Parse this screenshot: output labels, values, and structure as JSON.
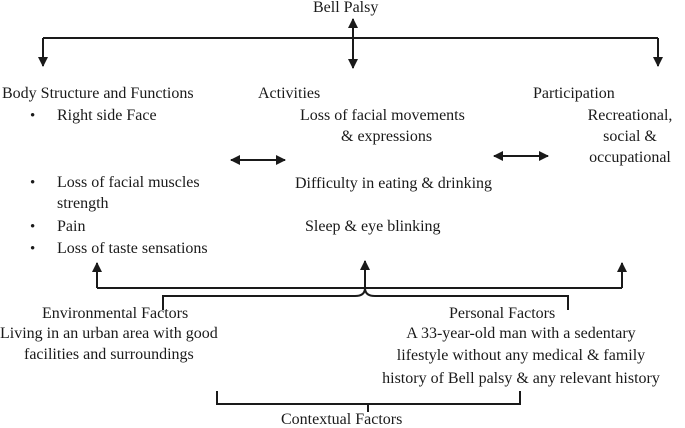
{
  "root": {
    "title": "Bell Palsy"
  },
  "body_structure": {
    "title": "Body Structure and Functions",
    "items": [
      "Right side Face",
      "Loss of facial muscles",
      "strength",
      "Pain",
      "Loss of taste sensations"
    ]
  },
  "activities": {
    "title": "Activities",
    "items": [
      "Loss of facial movements",
      "& expressions",
      "Difficulty in eating & drinking",
      "Sleep & eye blinking"
    ]
  },
  "participation": {
    "title": "Participation",
    "lines": [
      "Recreational,",
      "social &",
      "occupational"
    ]
  },
  "environmental": {
    "title": "Environmental Factors",
    "lines": [
      "Living in an urban area with good",
      "facilities and surroundings"
    ]
  },
  "personal": {
    "title": "Personal Factors",
    "lines": [
      "A 33-year-old man with a sedentary",
      "lifestyle without any medical & family",
      "history of Bell palsy & any relevant history"
    ]
  },
  "contextual": {
    "title": "Contextual Factors"
  },
  "style": {
    "line_color": "#1a1a1a",
    "background": "#ffffff"
  }
}
